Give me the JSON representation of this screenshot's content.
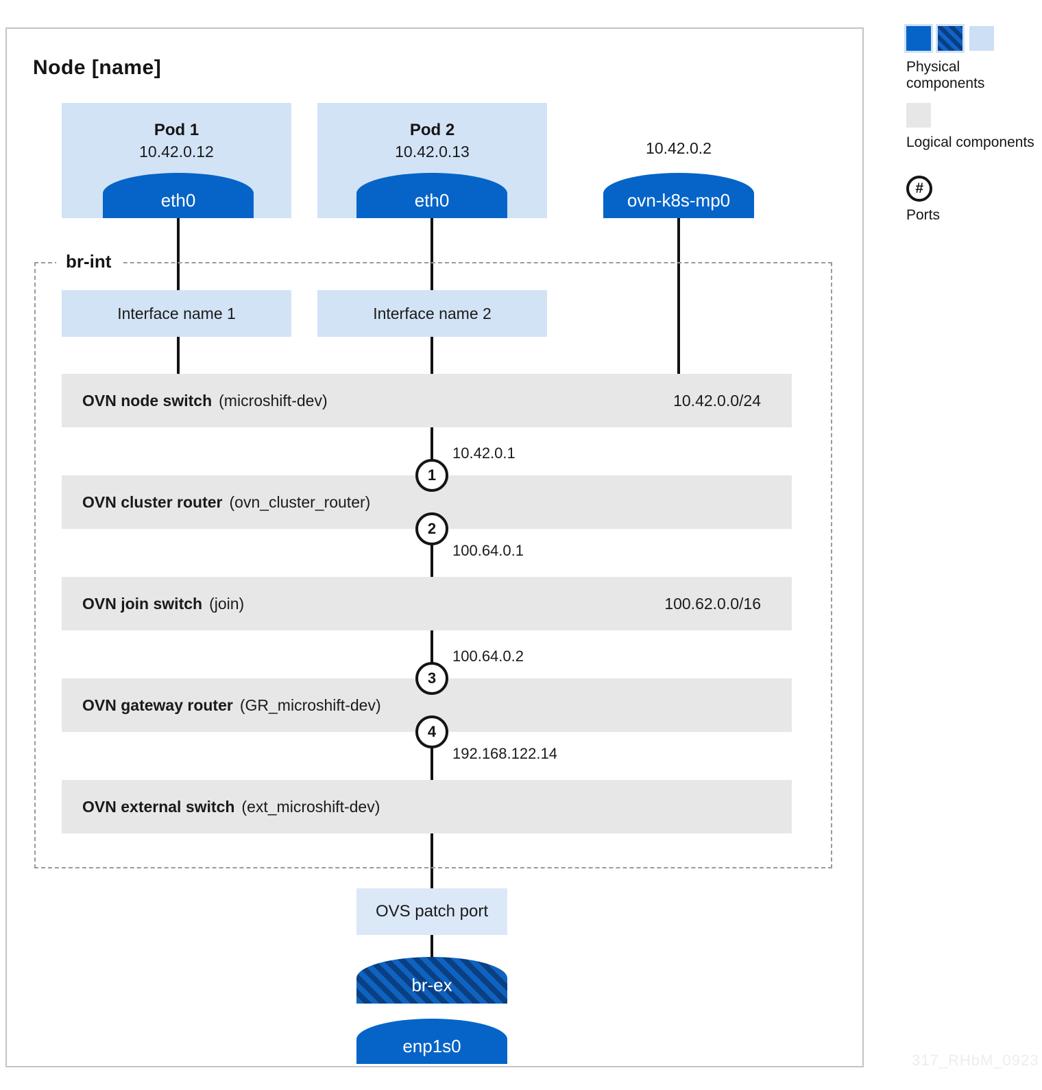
{
  "title": "Node [name]",
  "colors": {
    "physical_solid_blue": "#0664c8",
    "physical_hatch_dark": "#0a3f82",
    "physical_light_blue": "#d2e3f6",
    "logical_gray": "#e7e7e7",
    "line_black": "#121212"
  },
  "pods": [
    {
      "name": "Pod 1",
      "ip": "10.42.0.12",
      "port": "eth0"
    },
    {
      "name": "Pod 2",
      "ip": "10.42.0.13",
      "port": "eth0"
    }
  ],
  "mp0": {
    "ip": "10.42.0.2",
    "label": "ovn-k8s-mp0"
  },
  "br_int": {
    "label": "br-int",
    "interfaces": [
      {
        "label": "Interface name 1"
      },
      {
        "label": "Interface name 2"
      }
    ],
    "rows": [
      {
        "name": "OVN node switch",
        "detail": "(microshift-dev)",
        "cidr": "10.42.0.0/24"
      },
      {
        "name": "OVN cluster router",
        "detail": "(ovn_cluster_router)",
        "cidr": ""
      },
      {
        "name": "OVN join switch",
        "detail": "(join)",
        "cidr": "100.62.0.0/16"
      },
      {
        "name": "OVN gateway router",
        "detail": "(GR_microshift-dev)",
        "cidr": ""
      },
      {
        "name": "OVN external switch",
        "detail": "(ext_microshift-dev)",
        "cidr": ""
      }
    ],
    "ports": [
      {
        "num": "1",
        "ip": "10.42.0.1"
      },
      {
        "num": "2",
        "ip": "100.64.0.1"
      },
      {
        "num": "3",
        "ip": "100.64.0.2"
      },
      {
        "num": "4",
        "ip": "192.168.122.14"
      }
    ]
  },
  "bottom": {
    "patch_port": "OVS patch port",
    "bridge": "br-ex",
    "nic": "enp1s0"
  },
  "legend": {
    "physical_label": "Physical components",
    "logical_label": "Logical components",
    "ports_label": "Ports",
    "ports_symbol": "#"
  },
  "watermark": "317_RHbM_0923"
}
